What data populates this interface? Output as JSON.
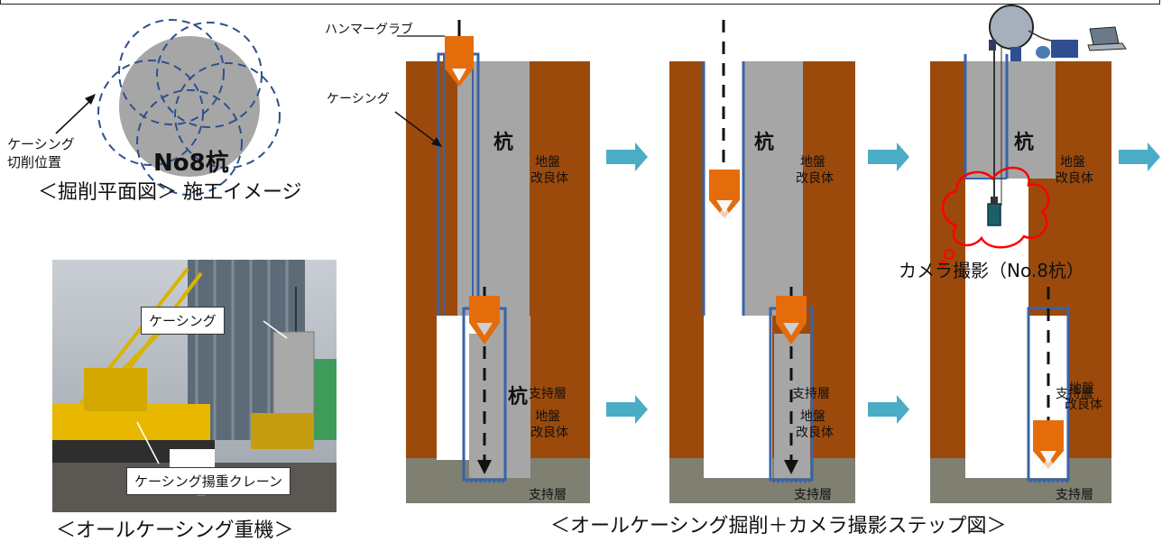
{
  "plan": {
    "label_hammer_grab": "ハンマーグラブ",
    "label_casing_cut_line1": "ケーシング",
    "label_casing_cut_line2": "切削位置",
    "pile_label": "No8杭",
    "caption": "＜掘削平面図＞ 施工イメージ"
  },
  "photo": {
    "callout_casing": "ケーシング",
    "callout_crane": "ケーシング揚重クレーン",
    "caption": "＜オールケーシング重機＞"
  },
  "steps": {
    "label_casing": "ケーシング",
    "pile": "杭",
    "ground_improvement_line1": "地盤",
    "ground_improvement_line2": "改良体",
    "bearing_layer": "支持層",
    "camera_label": "カメラ撮影（No.8杭）",
    "caption": "＜オールケーシング掘削＋カメラ撮影ステップ図＞"
  },
  "colors": {
    "soil": "#9b4a0c",
    "bearing": "#7f7f72",
    "pile": "#a6a6a6",
    "casing": "#3a63a8",
    "grab": "#e46c0a",
    "arrow": "#4bacc6",
    "cloud": "#ff0000"
  }
}
